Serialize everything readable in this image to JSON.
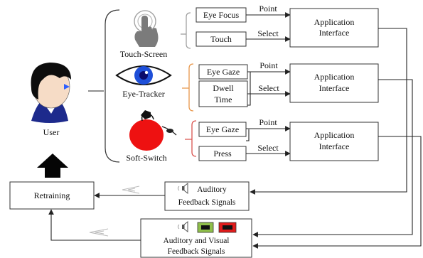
{
  "user": {
    "label": "User"
  },
  "devices": {
    "touch_screen": "Touch-Screen",
    "eye_tracker": "Eye-Tracker",
    "soft_switch": "Soft-Switch"
  },
  "row1": {
    "input_a": "Eye Focus",
    "input_b": "Touch",
    "action_a": "Point",
    "action_b": "Select",
    "app_line1": "Application",
    "app_line2": "Interface"
  },
  "row2": {
    "input_a": "Eye Gaze",
    "input_b_line1": "Dwell",
    "input_b_line2": "Time",
    "action_a": "Point",
    "action_b": "Select",
    "app_line1": "Application",
    "app_line2": "Interface"
  },
  "row3": {
    "input_a": "Eye Gaze",
    "input_b": "Press",
    "action_a": "Point",
    "action_b": "Select",
    "app_line1": "Application",
    "app_line2": "Interface"
  },
  "retraining": {
    "label": "Retraining"
  },
  "feedback_auditory": {
    "line1": "Auditory",
    "line2": "Feedback Signals"
  },
  "feedback_av": {
    "line1": "Auditory and Visual",
    "line2": "Feedback Signals"
  },
  "colors": {
    "row1_bracket": "#9a9a9a",
    "row2_bracket": "#e8964a",
    "row3_bracket": "#d9534f",
    "soft_switch_red": "#ee1111",
    "feedback_green": "#8fbf4a",
    "feedback_red": "#e01b1b",
    "eye_blue": "#1e4fd8"
  }
}
